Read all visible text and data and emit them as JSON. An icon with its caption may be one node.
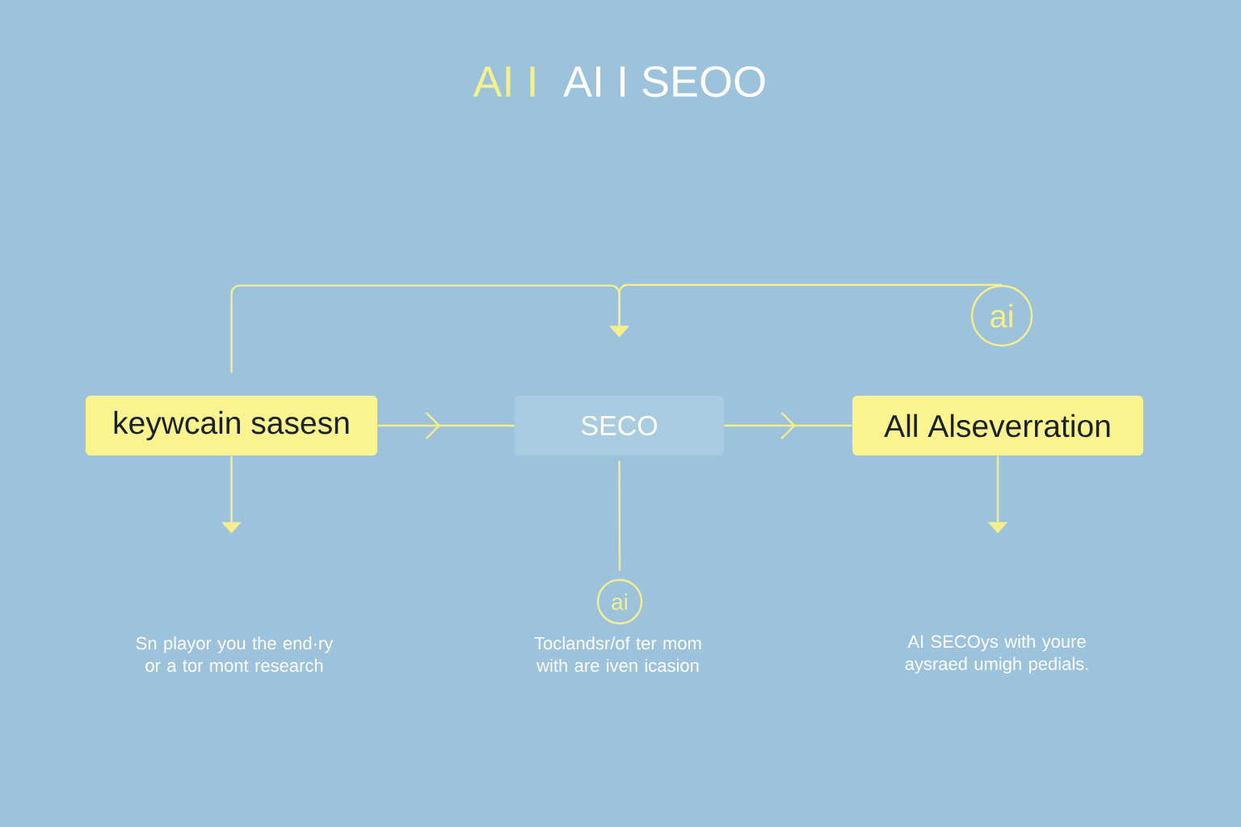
{
  "diagram": {
    "nodes": [
      {
        "text": [
          "ai"
        ]
      },
      {
        "text": [
          "keywcain sasesn"
        ]
      },
      {
        "text": [
          "SECO"
        ]
      },
      {
        "text": [
          "All Alseverration"
        ]
      },
      {
        "text": [
          "ai"
        ]
      }
    ],
    "edges": [
      {
        "from": 1,
        "to": 2,
        "arrow": "to"
      },
      {
        "from": 0,
        "to": 2,
        "arrow": "to"
      },
      {
        "from": 1,
        "to": 2,
        "arrow": "to"
      },
      {
        "from": 2,
        "to": 3,
        "arrow": "to"
      },
      {
        "from": 1,
        "to": null,
        "arrow": "to"
      },
      {
        "from": 2,
        "to": 4,
        "arrow": "none"
      },
      {
        "from": 3,
        "to": null,
        "arrow": "to"
      }
    ],
    "labels": [
      "AI I",
      "AI I SEOO",
      "Sn playor you the end·ry or a tor mont research",
      "Toclandsr/of ter mom with are iven icasion",
      "AI SECOys with youre aysraed umigh pedials."
    ]
  }
}
